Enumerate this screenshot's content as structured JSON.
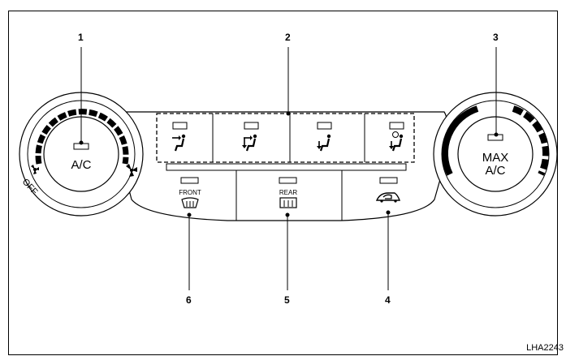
{
  "callouts": {
    "c1": "1",
    "c2": "2",
    "c3": "3",
    "c4": "4",
    "c5": "5",
    "c6": "6"
  },
  "left_knob": {
    "label": "A/C",
    "off_label": "OFF"
  },
  "right_knob": {
    "line1": "MAX",
    "line2": "A/C"
  },
  "buttons": {
    "front": "FRONT",
    "rear": "REAR"
  },
  "mode_buttons": [
    "face-vent-icon",
    "bi-level-vent-icon",
    "foot-vent-icon",
    "foot-defrost-icon"
  ],
  "figure_code": "LHA2243"
}
